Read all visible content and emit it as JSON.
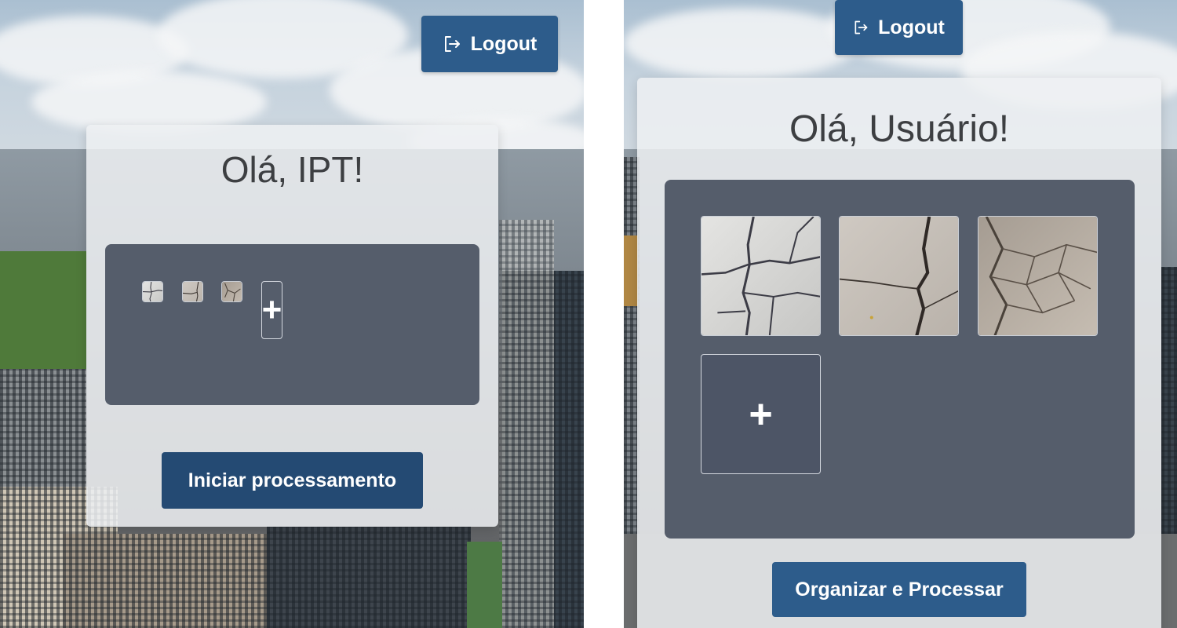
{
  "left_screen": {
    "logout": {
      "label": "Logout",
      "icon": "logout-icon"
    },
    "greeting": "Olá, IPT!",
    "thumbnails": [
      {
        "alt": "crack-image-1"
      },
      {
        "alt": "crack-image-2"
      },
      {
        "alt": "crack-image-3"
      }
    ],
    "add_symbol": "+",
    "action_button": "Iniciar processamento"
  },
  "right_screen": {
    "logout": {
      "label": "Logout",
      "icon": "logout-icon"
    },
    "greeting": "Olá, Usuário!",
    "thumbnails": [
      {
        "alt": "crack-image-1"
      },
      {
        "alt": "crack-image-2"
      },
      {
        "alt": "crack-image-3"
      }
    ],
    "add_symbol": "+",
    "action_button": "Organizar e Processar"
  },
  "colors": {
    "logout_bg": "#2d5c8b",
    "action_bg_left": "#244a73",
    "action_bg_right": "#2d5c8b",
    "panel_bg": "#555d6b",
    "card_bg": "#eef0f2"
  }
}
